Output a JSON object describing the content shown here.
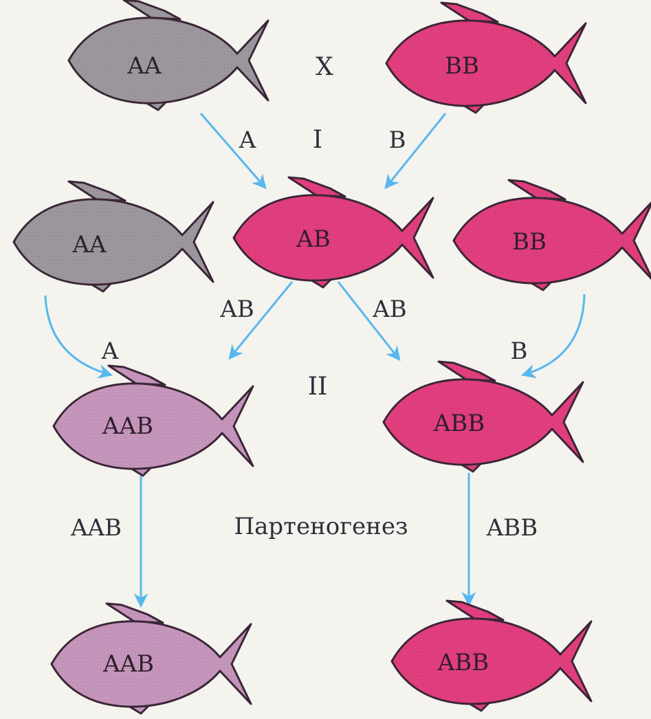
{
  "colors": {
    "grey_fish": "#9c979d",
    "pink_fish": "#e13e7d",
    "light_purple_fish": "#c595bb",
    "outline": "#3b2637",
    "arrow": "#56b8ee"
  },
  "cross_symbol": "X",
  "stages": {
    "first": "I",
    "second": "II"
  },
  "process_label": "Партеногенез",
  "fish": {
    "parent_aa": "AA",
    "parent_bb": "BB",
    "hybrid_ab": "AB",
    "backcross_aa": "AA",
    "backcross_bb": "BB",
    "triploid_aab": "AAB",
    "triploid_abb": "ABB",
    "offspring_aab": "AAB",
    "offspring_abb": "ABB"
  },
  "gametes": {
    "a_top": "A",
    "b_top": "B",
    "ab_left": "AB",
    "ab_right": "AB",
    "a_left": "A",
    "b_right": "B",
    "aab": "AAB",
    "abb": "ABB"
  }
}
